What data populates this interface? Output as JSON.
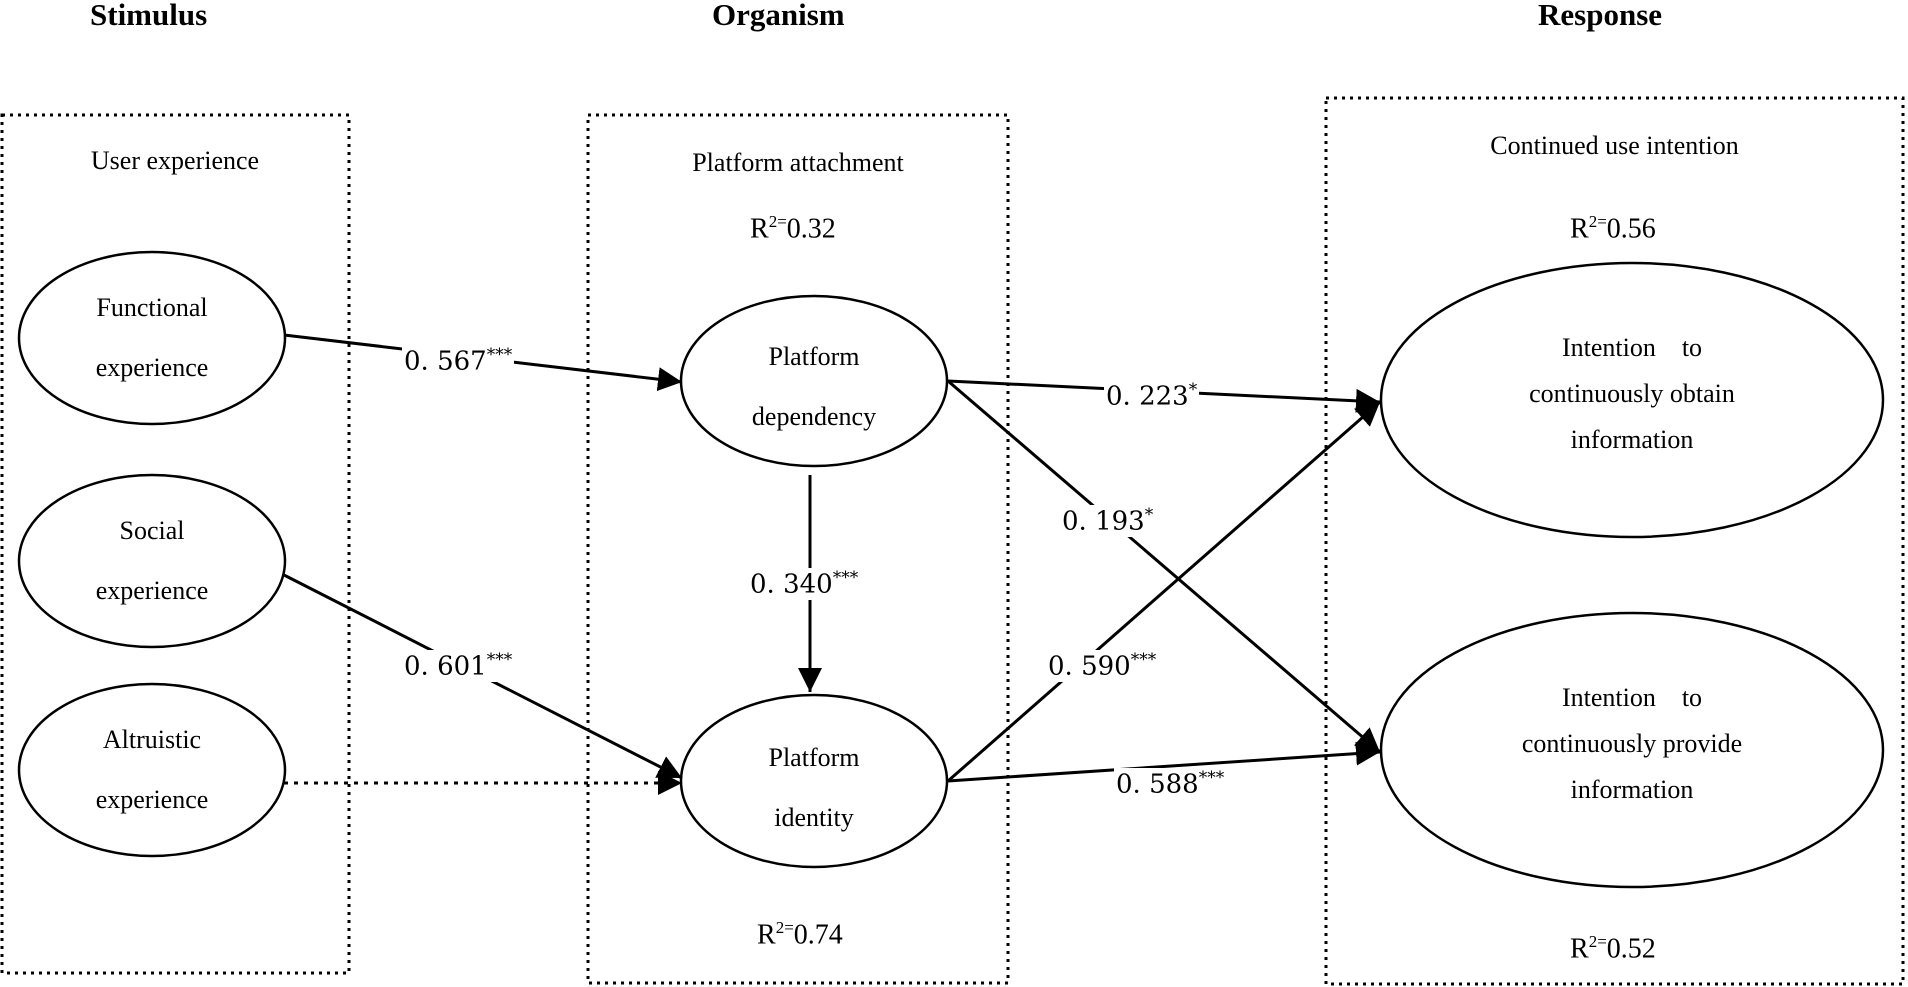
{
  "headings": {
    "stimulus": "Stimulus",
    "organism": "Organism",
    "response": "Response"
  },
  "boxes": {
    "stimulus": {
      "title": "User experience"
    },
    "organism": {
      "title": "Platform attachment",
      "r2_top": "0.32",
      "r2_bottom": "0.74"
    },
    "response": {
      "title": "Continued use intention",
      "r2_top": "0.56",
      "r2_bottom": "0.52"
    }
  },
  "r2_label": "R",
  "r2_sup": "2=",
  "nodes": {
    "functional": [
      "Functional",
      "experience"
    ],
    "social": [
      "Social",
      "experience"
    ],
    "altruistic": [
      "Altruistic",
      "experience"
    ],
    "dependency": [
      "Platform",
      "dependency"
    ],
    "identity": [
      "Platform",
      "identity"
    ],
    "obtain": [
      "Intention    to",
      "continuously obtain",
      "information"
    ],
    "provide": [
      "Intention    to",
      "continuously provide",
      "information"
    ]
  },
  "paths": [
    {
      "id": "functional-dependency",
      "value": "0. 567",
      "sig": "***"
    },
    {
      "id": "social-identity",
      "value": "0. 601",
      "sig": "***"
    },
    {
      "id": "dependency-identity",
      "value": "0. 340",
      "sig": "***"
    },
    {
      "id": "dependency-obtain",
      "value": "0. 223",
      "sig": "*"
    },
    {
      "id": "dependency-provide",
      "value": "0. 193",
      "sig": "*"
    },
    {
      "id": "identity-obtain",
      "value": "0. 590",
      "sig": "***"
    },
    {
      "id": "identity-provide",
      "value": "0. 588",
      "sig": "***"
    }
  ]
}
